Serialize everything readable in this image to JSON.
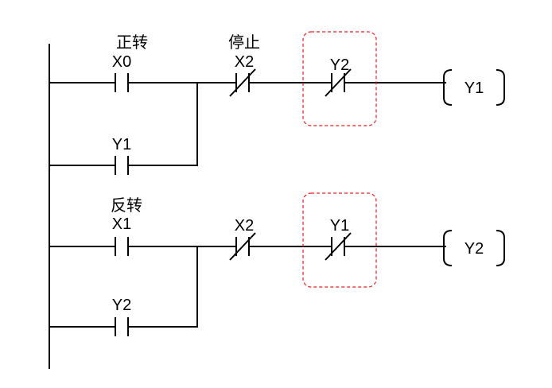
{
  "diagram": {
    "rung1": {
      "start_label": "正转",
      "start_contact": "X0",
      "seal_contact": "Y1",
      "stop_label": "停止",
      "stop_contact": "X2",
      "interlock_contact": "Y2",
      "coil": "Y1"
    },
    "rung2": {
      "start_label": "反转",
      "start_contact": "X1",
      "seal_contact": "Y2",
      "stop_contact": "X2",
      "interlock_contact": "Y1",
      "coil": "Y2"
    },
    "highlight_color": "#e02020"
  }
}
